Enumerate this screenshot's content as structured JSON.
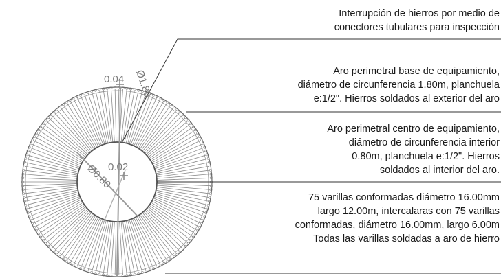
{
  "notes": [
    {
      "lines": [
        "Interrupción de hierros por medio de",
        "conectores tubulares para inspección"
      ]
    },
    {
      "lines": [
        "Aro perimetral base de equipamiento,",
        "diámetro de circunferencia 1.80m, planchuela",
        "e:1/2\". Hierros soldados al exterior del aro"
      ]
    },
    {
      "lines": [
        "Aro perimetral centro de equipamiento,",
        "diámetro de circunferencia interior",
        "0.80m, planchuela e:1/2\". Hierros",
        "soldados al interior del aro."
      ]
    },
    {
      "lines": [
        "75 varillas conformadas diámetro 16.00mm",
        "largo 12.00m, intercalaras con 75 varillas",
        "conformadas, diámetro 16.00mm, largo 6.00m",
        "Todas las varillas soldadas a aro de hierro"
      ]
    }
  ],
  "dimensions": {
    "outer_offset": "0.04",
    "outer_diameter": "Ø1.80",
    "inner_offset": "0.02",
    "inner_diameter": "Ø0.80"
  },
  "colors": {
    "rebar": "#8a8a8a",
    "ring": "#555555",
    "leader": "#333333",
    "dimension": "#9a9a9a"
  },
  "rebar_count": 150
}
